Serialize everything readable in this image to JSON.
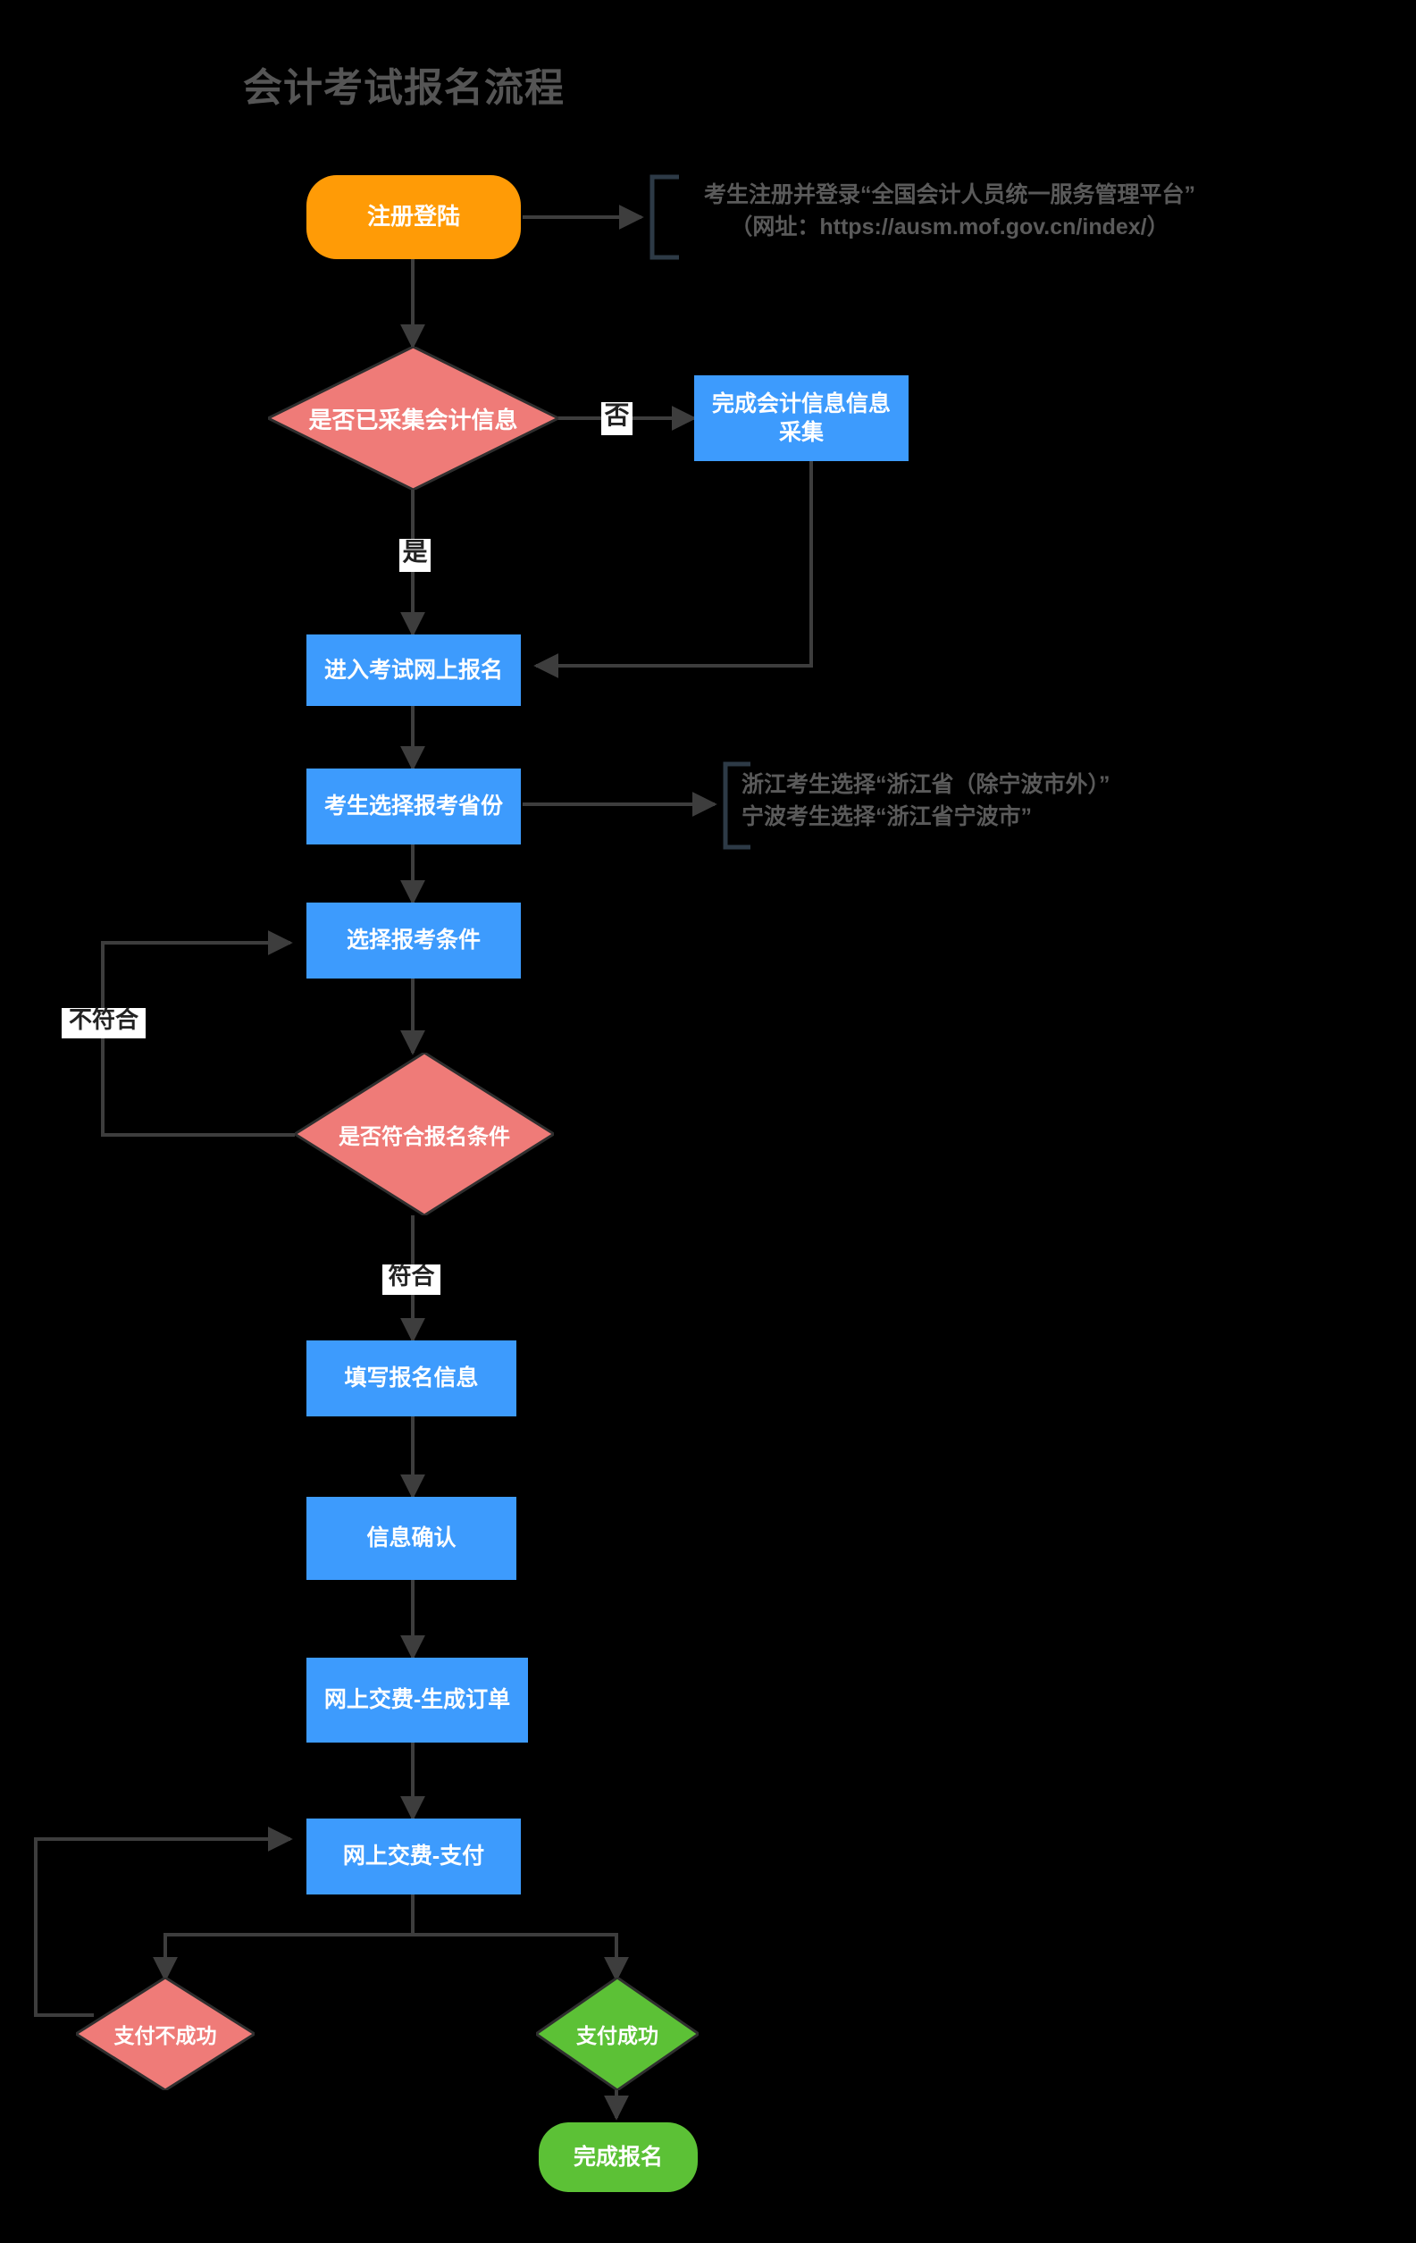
{
  "title": "会计考试报名流程",
  "colors": {
    "background": "#000000",
    "title": "#555555",
    "process": "#3d9bfd",
    "decision": "#ef7b78",
    "start": "#ff9b06",
    "success": "#5cc136",
    "edge": "#3d3d3d",
    "annotation_text": "#5a5a5a",
    "bracket": "#2d3a46"
  },
  "nodes": [
    {
      "id": "start",
      "label": "注册登陆",
      "shape": "rounded",
      "color": "#ff9b06"
    },
    {
      "id": "d1",
      "label": "是否已采集会计信息",
      "shape": "diamond",
      "color": "#ef7b78"
    },
    {
      "id": "collect",
      "label": "完成会计信息信息\n采集",
      "line1": "完成会计信息信息",
      "line2": "采集",
      "shape": "rect",
      "color": "#3d9bfd"
    },
    {
      "id": "enter",
      "label": "进入考试网上报名",
      "shape": "rect",
      "color": "#3d9bfd"
    },
    {
      "id": "province",
      "label": "考生选择报考省份",
      "shape": "rect",
      "color": "#3d9bfd"
    },
    {
      "id": "condition",
      "label": "选择报考条件",
      "shape": "rect",
      "color": "#3d9bfd"
    },
    {
      "id": "d2",
      "label": "是否符合报名条件",
      "shape": "diamond",
      "color": "#ef7b78"
    },
    {
      "id": "fill",
      "label": "填写报名信息",
      "shape": "rect",
      "color": "#3d9bfd"
    },
    {
      "id": "confirm",
      "label": "信息确认",
      "shape": "rect",
      "color": "#3d9bfd"
    },
    {
      "id": "order",
      "label": "网上交费-生成订单",
      "shape": "rect",
      "color": "#3d9bfd"
    },
    {
      "id": "pay",
      "label": "网上交费-支付",
      "shape": "rect",
      "color": "#3d9bfd"
    },
    {
      "id": "payfail",
      "label": "支付不成功",
      "shape": "diamond",
      "color": "#ef7b78"
    },
    {
      "id": "payok",
      "label": "支付成功",
      "shape": "diamond",
      "color": "#5cc136"
    },
    {
      "id": "done",
      "label": "完成报名",
      "shape": "rounded",
      "color": "#5cc136"
    }
  ],
  "edge_labels": [
    {
      "id": "no",
      "text": "否"
    },
    {
      "id": "yes",
      "text": "是"
    },
    {
      "id": "nomatch",
      "text": "不符合"
    },
    {
      "id": "match",
      "text": "符合"
    }
  ],
  "annotations": [
    {
      "id": "start-note",
      "line1": "考生注册并登录“全国会计人员统一服务管理平台”",
      "line2": "（网址：https://ausm.mof.gov.cn/index/）"
    },
    {
      "id": "province-note",
      "line1": "浙江考生选择“浙江省（除宁波市外）”",
      "line2": "宁波考生选择“浙江省宁波市”"
    }
  ]
}
